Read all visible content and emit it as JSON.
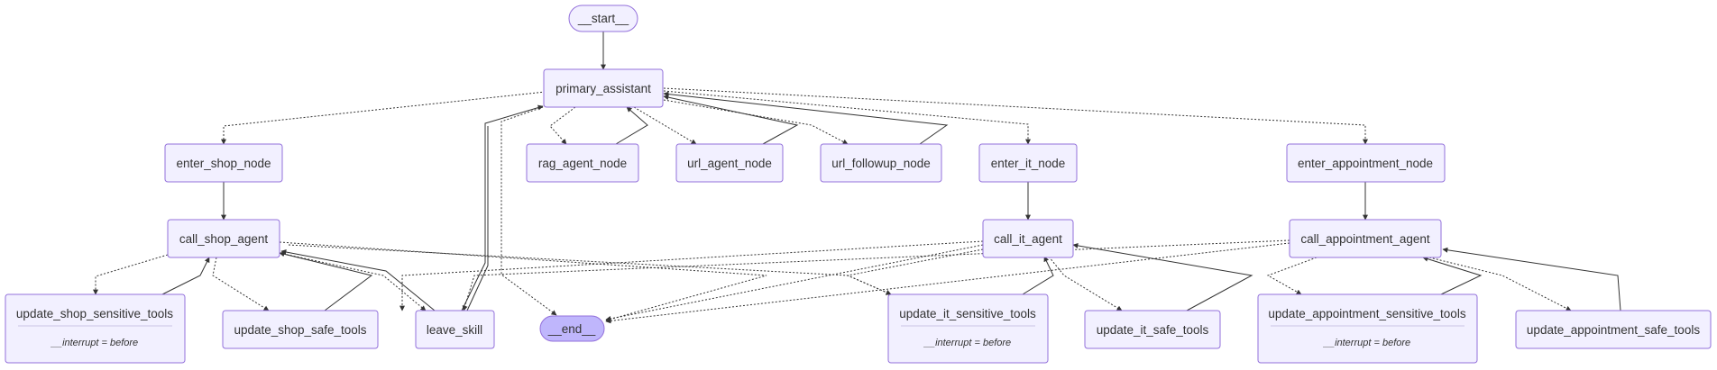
{
  "nodes": {
    "start": {
      "label": "__start__"
    },
    "primary_assistant": {
      "label": "primary_assistant"
    },
    "enter_shop_node": {
      "label": "enter_shop_node"
    },
    "rag_agent_node": {
      "label": "rag_agent_node"
    },
    "url_agent_node": {
      "label": "url_agent_node"
    },
    "url_followup_node": {
      "label": "url_followup_node"
    },
    "enter_it_node": {
      "label": "enter_it_node"
    },
    "enter_appointment_node": {
      "label": "enter_appointment_node"
    },
    "call_shop_agent": {
      "label": "call_shop_agent"
    },
    "call_it_agent": {
      "label": "call_it_agent"
    },
    "call_appointment_agent": {
      "label": "call_appointment_agent"
    },
    "update_shop_sensitive_tools": {
      "label": "update_shop_sensitive_tools",
      "sub": "__interrupt = before"
    },
    "update_shop_safe_tools": {
      "label": "update_shop_safe_tools"
    },
    "leave_skill": {
      "label": "leave_skill"
    },
    "end": {
      "label": "__end__"
    },
    "update_it_sensitive_tools": {
      "label": "update_it_sensitive_tools",
      "sub": "__interrupt = before"
    },
    "update_it_safe_tools": {
      "label": "update_it_safe_tools"
    },
    "update_appointment_sensitive_tools": {
      "label": "update_appointment_sensitive_tools",
      "sub": "__interrupt = before"
    },
    "update_appointment_safe_tools": {
      "label": "update_appointment_safe_tools"
    }
  },
  "colors": {
    "node_fill": "#f2f0ff",
    "node_stroke": "#9370db",
    "end_fill": "#bfb6fc",
    "edge": "#333333",
    "text": "#333333"
  }
}
